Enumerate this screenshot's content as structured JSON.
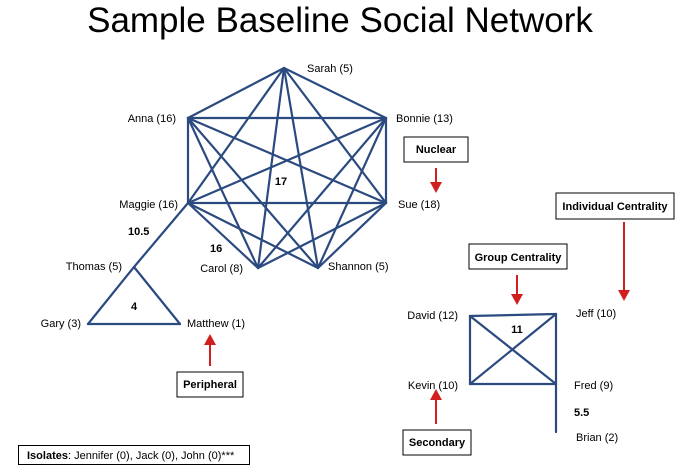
{
  "title": "Sample Baseline Social Network",
  "nodes": {
    "sarah": "Sarah (5)",
    "anna": "Anna (16)",
    "bonnie": "Bonnie (13)",
    "maggie": "Maggie (16)",
    "sue": "Sue (18)",
    "carol": "Carol (8)",
    "shannon": "Shannon (5)",
    "thomas": "Thomas (5)",
    "gary": "Gary (3)",
    "matthew": "Matthew (1)",
    "david": "David (12)",
    "jeff": "Jeff (10)",
    "kevin": "Kevin (10)",
    "fred": "Fred (9)",
    "brian": "Brian (2)"
  },
  "weights": {
    "clique": "17",
    "maggie_thomas": "10.5",
    "maggie_carol": "16",
    "triangle": "4",
    "square": "11",
    "fred_brian": "5.5"
  },
  "labels": {
    "nuclear": "Nuclear",
    "individual_centrality": "Individual Centrality",
    "group_centrality": "Group Centrality",
    "peripheral": "Peripheral",
    "secondary": "Secondary"
  },
  "isolates": {
    "label": "Isolates",
    "text": ": Jennifer (0), Jack (0), John (0)***"
  },
  "colors": {
    "edge": "#2b4a80",
    "arrow": "#d11f1f"
  }
}
